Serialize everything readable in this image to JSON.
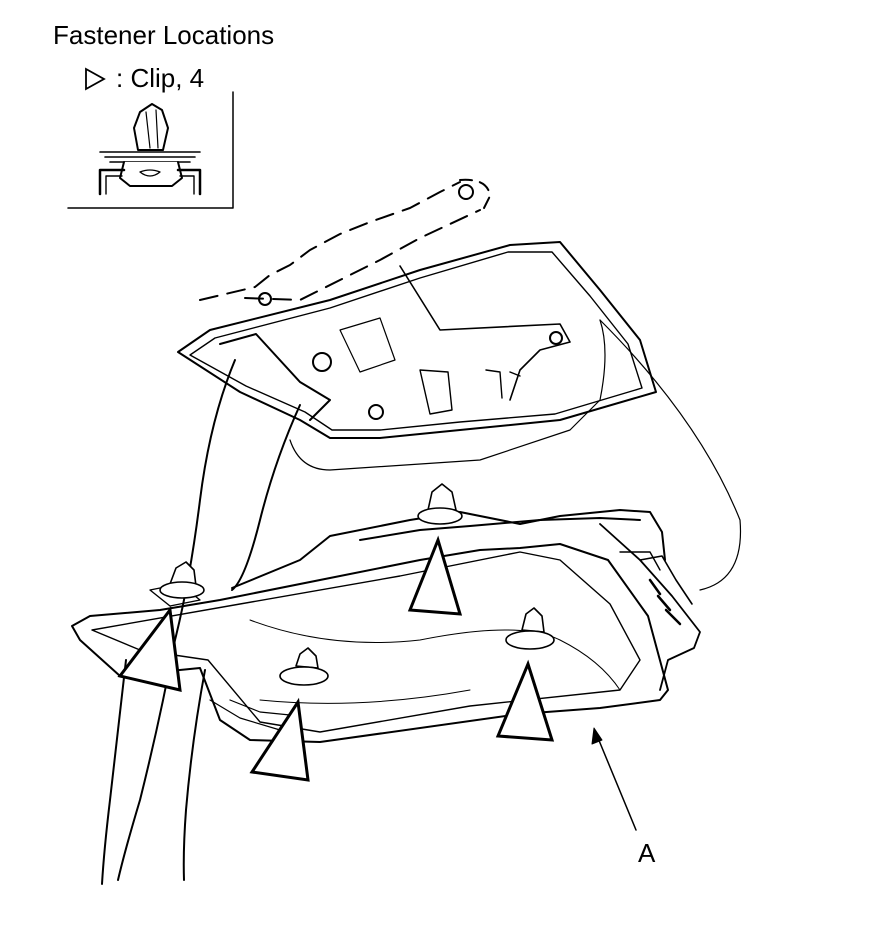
{
  "header": {
    "title": "Fastener Locations",
    "legend_text": ": Clip, 4"
  },
  "callouts": {
    "label_a": "A"
  },
  "legend_symbol": "clip-triangle-icon"
}
